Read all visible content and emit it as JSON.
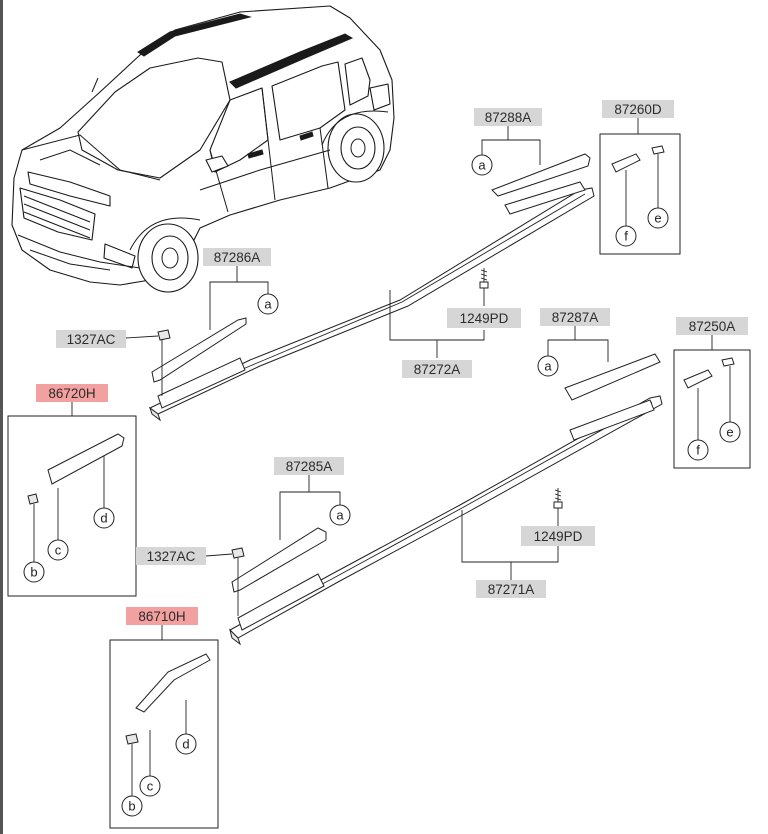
{
  "diagram": {
    "part_numbers": {
      "rack_upper_set": "87260D",
      "rack_lower_set": "87250A",
      "cover_upper_rear": "87288A",
      "cover_upper_front": "87286A",
      "cover_lower_rear": "87287A",
      "cover_lower_front": "87285A",
      "rail_upper": "87272A",
      "rail_lower": "87271A",
      "bolt_upper": "1249PD",
      "bolt_lower": "1249PD",
      "nut_upper": "1327AC",
      "nut_lower": "1327AC",
      "moulding_upper": "86720H",
      "moulding_lower": "86710H"
    },
    "callouts": {
      "a": "a",
      "b": "b",
      "c": "c",
      "d": "d",
      "e": "e",
      "f": "f"
    },
    "highlight_color": "#f2a0a0",
    "label_color": "#d6d6d6"
  }
}
